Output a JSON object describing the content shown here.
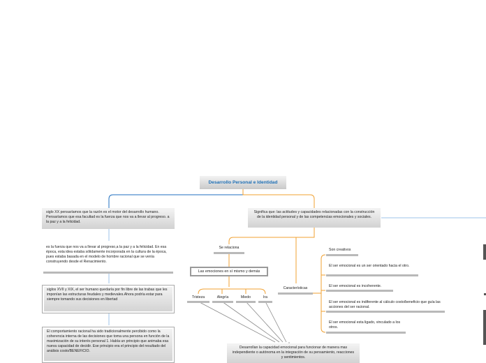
{
  "root": {
    "title": "Desarrollo Personal e Identidad"
  },
  "left": {
    "card1": "siglo XX pensaríamos que la  razón es  el motor del desarrollo humano.  Pensaríamos que esa facultad  es  la fuerza que   nos va a llevar al progreso. a la paz y a la felicidad.",
    "para1": "es la fuerza que nos va a llevar al progreso,a la     paz y a la felicidad. En esa      época, esta idea      estaba sólidamente incorporada en la cultura de la época,     pues        estaba basada en el          modelo de          hombre racional        que   se venía construyendo desde el Renacimiento.",
    "card2": "siglos XVII  y XIX, el ser  humano quedaría por fin libre de las trabas que les imponían las estructuras feudales   y medievales.Ahora podría estar para siempre  tomando sus decisiones en libertad",
    "card3": "El comportamiento racional     ha sido tradicionalmente percibido como la coherencia interna de las decisiones que toma una persona en función de la maximización de su interés personal 1. Había un principio que animaba esa nueva    capacidad        de decidir.      Ese  principio era el principio del     resultado del análisis costo/BENEFICIO."
  },
  "right": {
    "card1": "Significa que: las actitudes y capacidades relacionadas con la construcción de la identidad personal y de las competencias emocionales y sociales.",
    "se_relaciona": "Se relaciona",
    "emociones_box": "Las emociones en sí mismo y demás",
    "emotions": [
      "Tristeza",
      "Alegría",
      "Miedo",
      "Ira"
    ],
    "caracteristicas": "Características",
    "traits": [
      "Son creativos",
      "El  ser emocional es un ser orientado hacia el otro.",
      "El ser emocional es incoherente.",
      "El ser emocional es indiferente al   cálculo costo/beneficio que guía las acciones del ser racional.",
      "El ser emocional esta ligado, vinculado a los otros."
    ],
    "bottom": "Desarrollan la capacidad emocional para funcionar de manera mas independiente o autónoma en la integración de su pensamiento, reacciones y sentimientos."
  },
  "colors": {
    "blue_link": "#1f6fc0",
    "orange_link": "#f0a030",
    "light_blue_link": "#9cc3e8",
    "title": "#1e6fb5"
  }
}
